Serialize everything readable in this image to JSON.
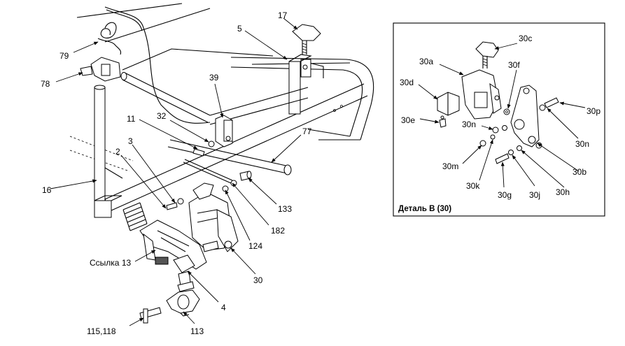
{
  "callouts": {
    "c17": "17",
    "c5": "5",
    "c79": "79",
    "c78": "78",
    "c39": "39",
    "c11": "11",
    "c32": "32",
    "c77": "77",
    "c3": "3",
    "c2": "2",
    "c16": "16",
    "c133": "133",
    "c182": "182",
    "c124": "124",
    "c_ref13": "Ссылка 13",
    "c30": "30",
    "c4": "4",
    "c115_118": "115,118",
    "c113": "113"
  },
  "detail": {
    "title": "Деталь B (30)",
    "labels": {
      "a": "30a",
      "b": "30b",
      "c": "30c",
      "d": "30d",
      "e": "30e",
      "f": "30f",
      "g": "30g",
      "h": "30h",
      "j": "30j",
      "k": "30k",
      "m": "30m",
      "n1": "30n",
      "n2": "30n",
      "p": "30p"
    }
  }
}
